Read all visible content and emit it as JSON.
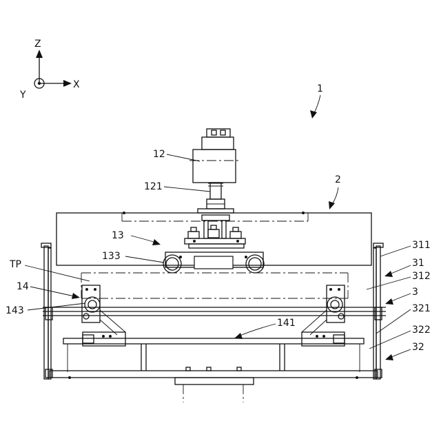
{
  "axes": {
    "z": "Z",
    "x": "X",
    "y": "Y"
  },
  "labels": {
    "l1": "1",
    "l2": "2",
    "l3": "3",
    "l12": "12",
    "l121": "121",
    "l13": "13",
    "l133": "133",
    "l14": "14",
    "l141": "141",
    "l143": "143",
    "l31": "31",
    "l32": "32",
    "l311": "311",
    "l312": "312",
    "l321": "321",
    "l322": "322",
    "tp": "TP"
  }
}
